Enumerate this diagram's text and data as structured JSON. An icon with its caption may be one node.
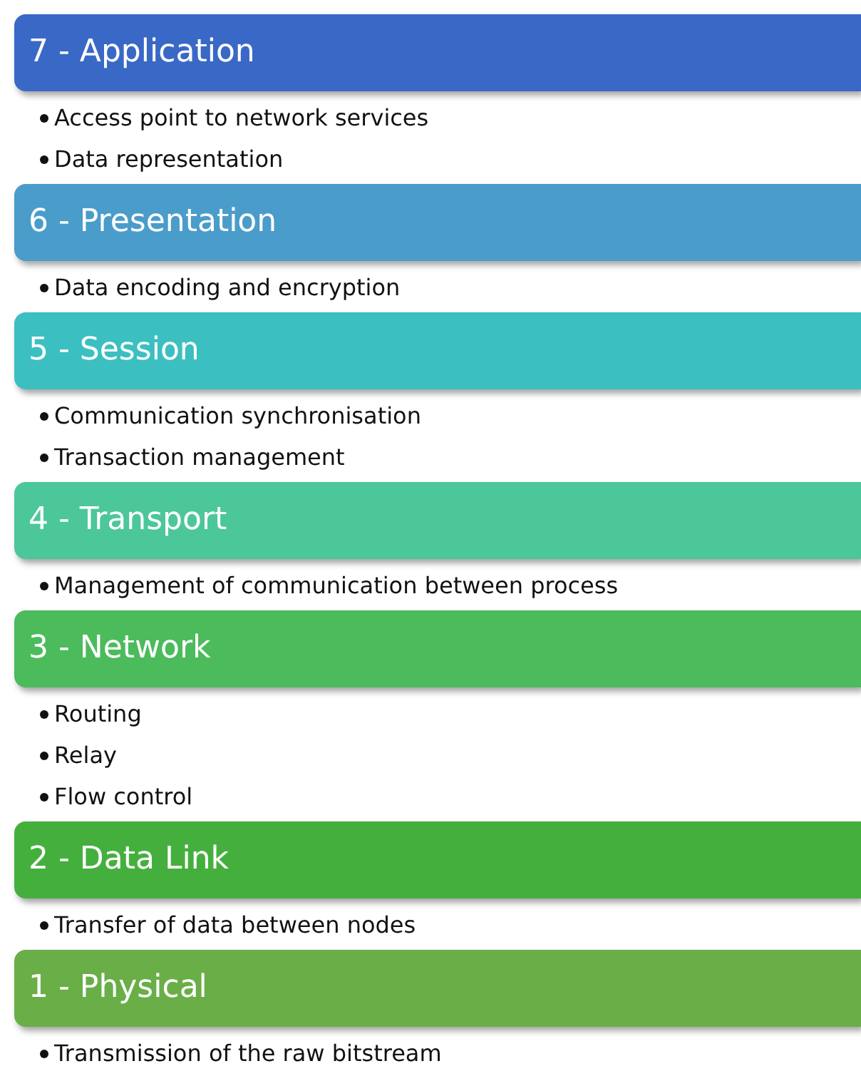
{
  "diagram": {
    "nodes": [
      {
        "text": [
          "7 - Application"
        ],
        "beside": [
          "Access point to network services",
          "Data representation"
        ]
      },
      {
        "text": [
          "6 - Presentation"
        ],
        "beside": [
          "Data encoding and encryption"
        ]
      },
      {
        "text": [
          "5 - Session"
        ],
        "beside": [
          "Communication synchronisation",
          "Transaction management"
        ]
      },
      {
        "text": [
          "4 - Transport"
        ],
        "beside": [
          "Management of communication between process"
        ]
      },
      {
        "text": [
          "3 - Network"
        ],
        "beside": [
          "Routing",
          "Relay",
          "Flow control"
        ]
      },
      {
        "text": [
          "2 - Data Link"
        ],
        "beside": [
          "Transfer of data between nodes"
        ]
      },
      {
        "text": [
          "1 - Physical"
        ],
        "beside": [
          "Transmission of the raw bitstream"
        ]
      }
    ]
  }
}
